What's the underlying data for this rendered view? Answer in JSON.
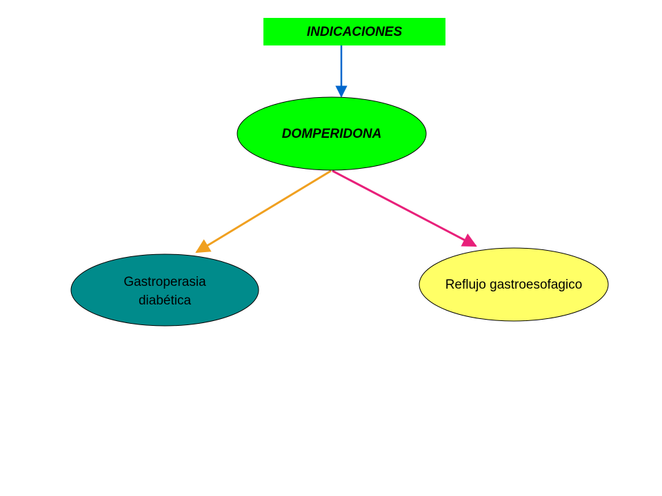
{
  "diagram": {
    "header": {
      "label": "INDICACIONES",
      "fill": "#00ff00"
    },
    "center": {
      "label": "DOMPERIDONA",
      "fill": "#00ff00"
    },
    "left": {
      "line1": "Gastroperasia",
      "line2": "diabética",
      "fill": "#008b8b"
    },
    "right": {
      "label": "Reflujo gastroesofagico",
      "fill": "#ffff66"
    },
    "edges": {
      "header_to_center": "#0066cc",
      "center_to_left": "#f0a020",
      "center_to_right": "#e8207a"
    }
  }
}
